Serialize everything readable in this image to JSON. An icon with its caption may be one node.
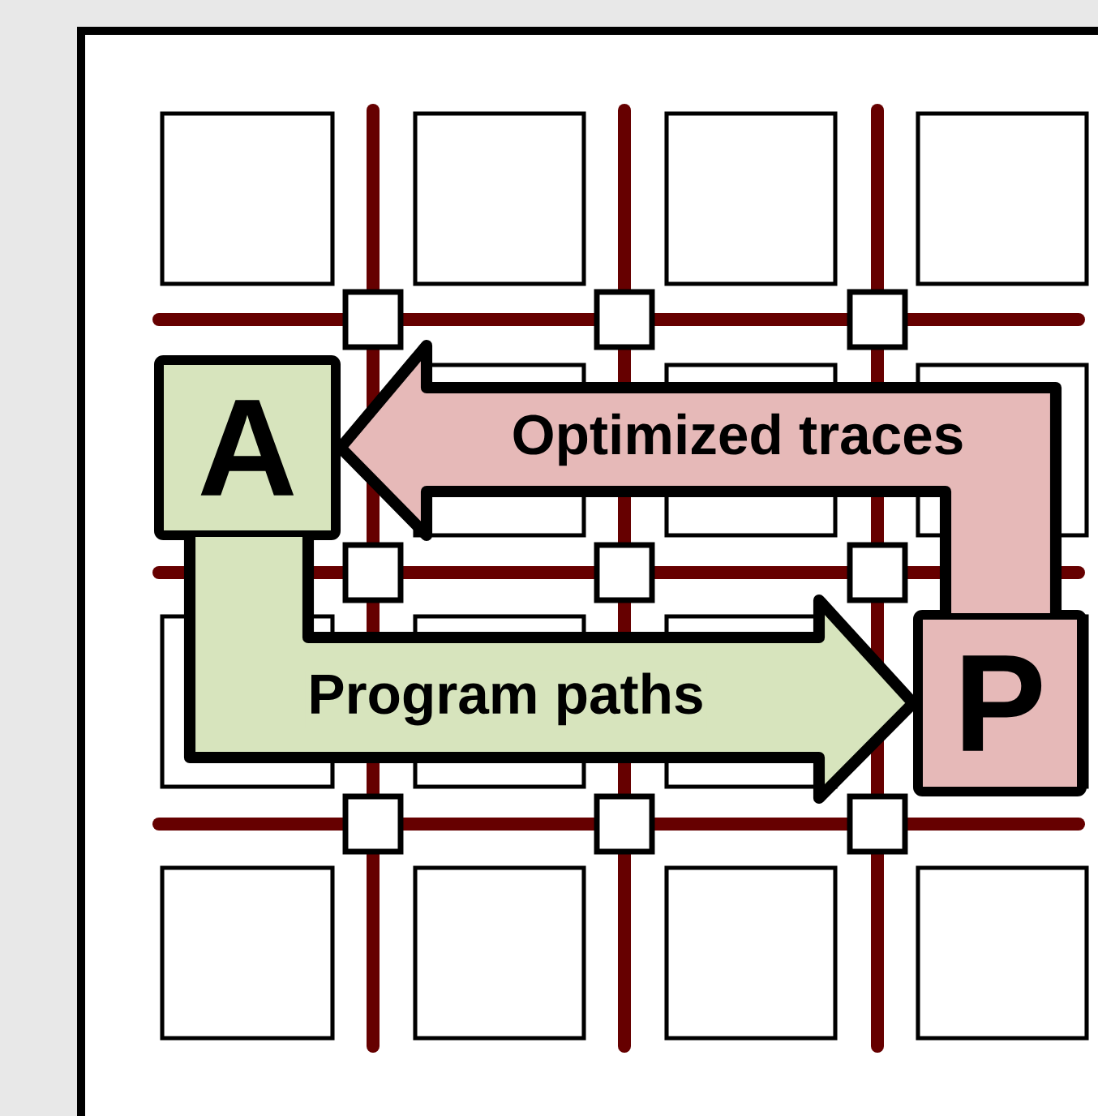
{
  "diagram": {
    "nodes": [
      {
        "text": [
          "A"
        ]
      },
      {
        "text": [
          "P"
        ]
      }
    ],
    "edges": [
      {
        "from": 0,
        "to": 1,
        "arrow": "to",
        "label": "Program paths",
        "color": "#d7e4bd"
      },
      {
        "from": 1,
        "to": 0,
        "arrow": "to",
        "label": "Optimized traces",
        "color": "#e6b9b8"
      }
    ]
  }
}
